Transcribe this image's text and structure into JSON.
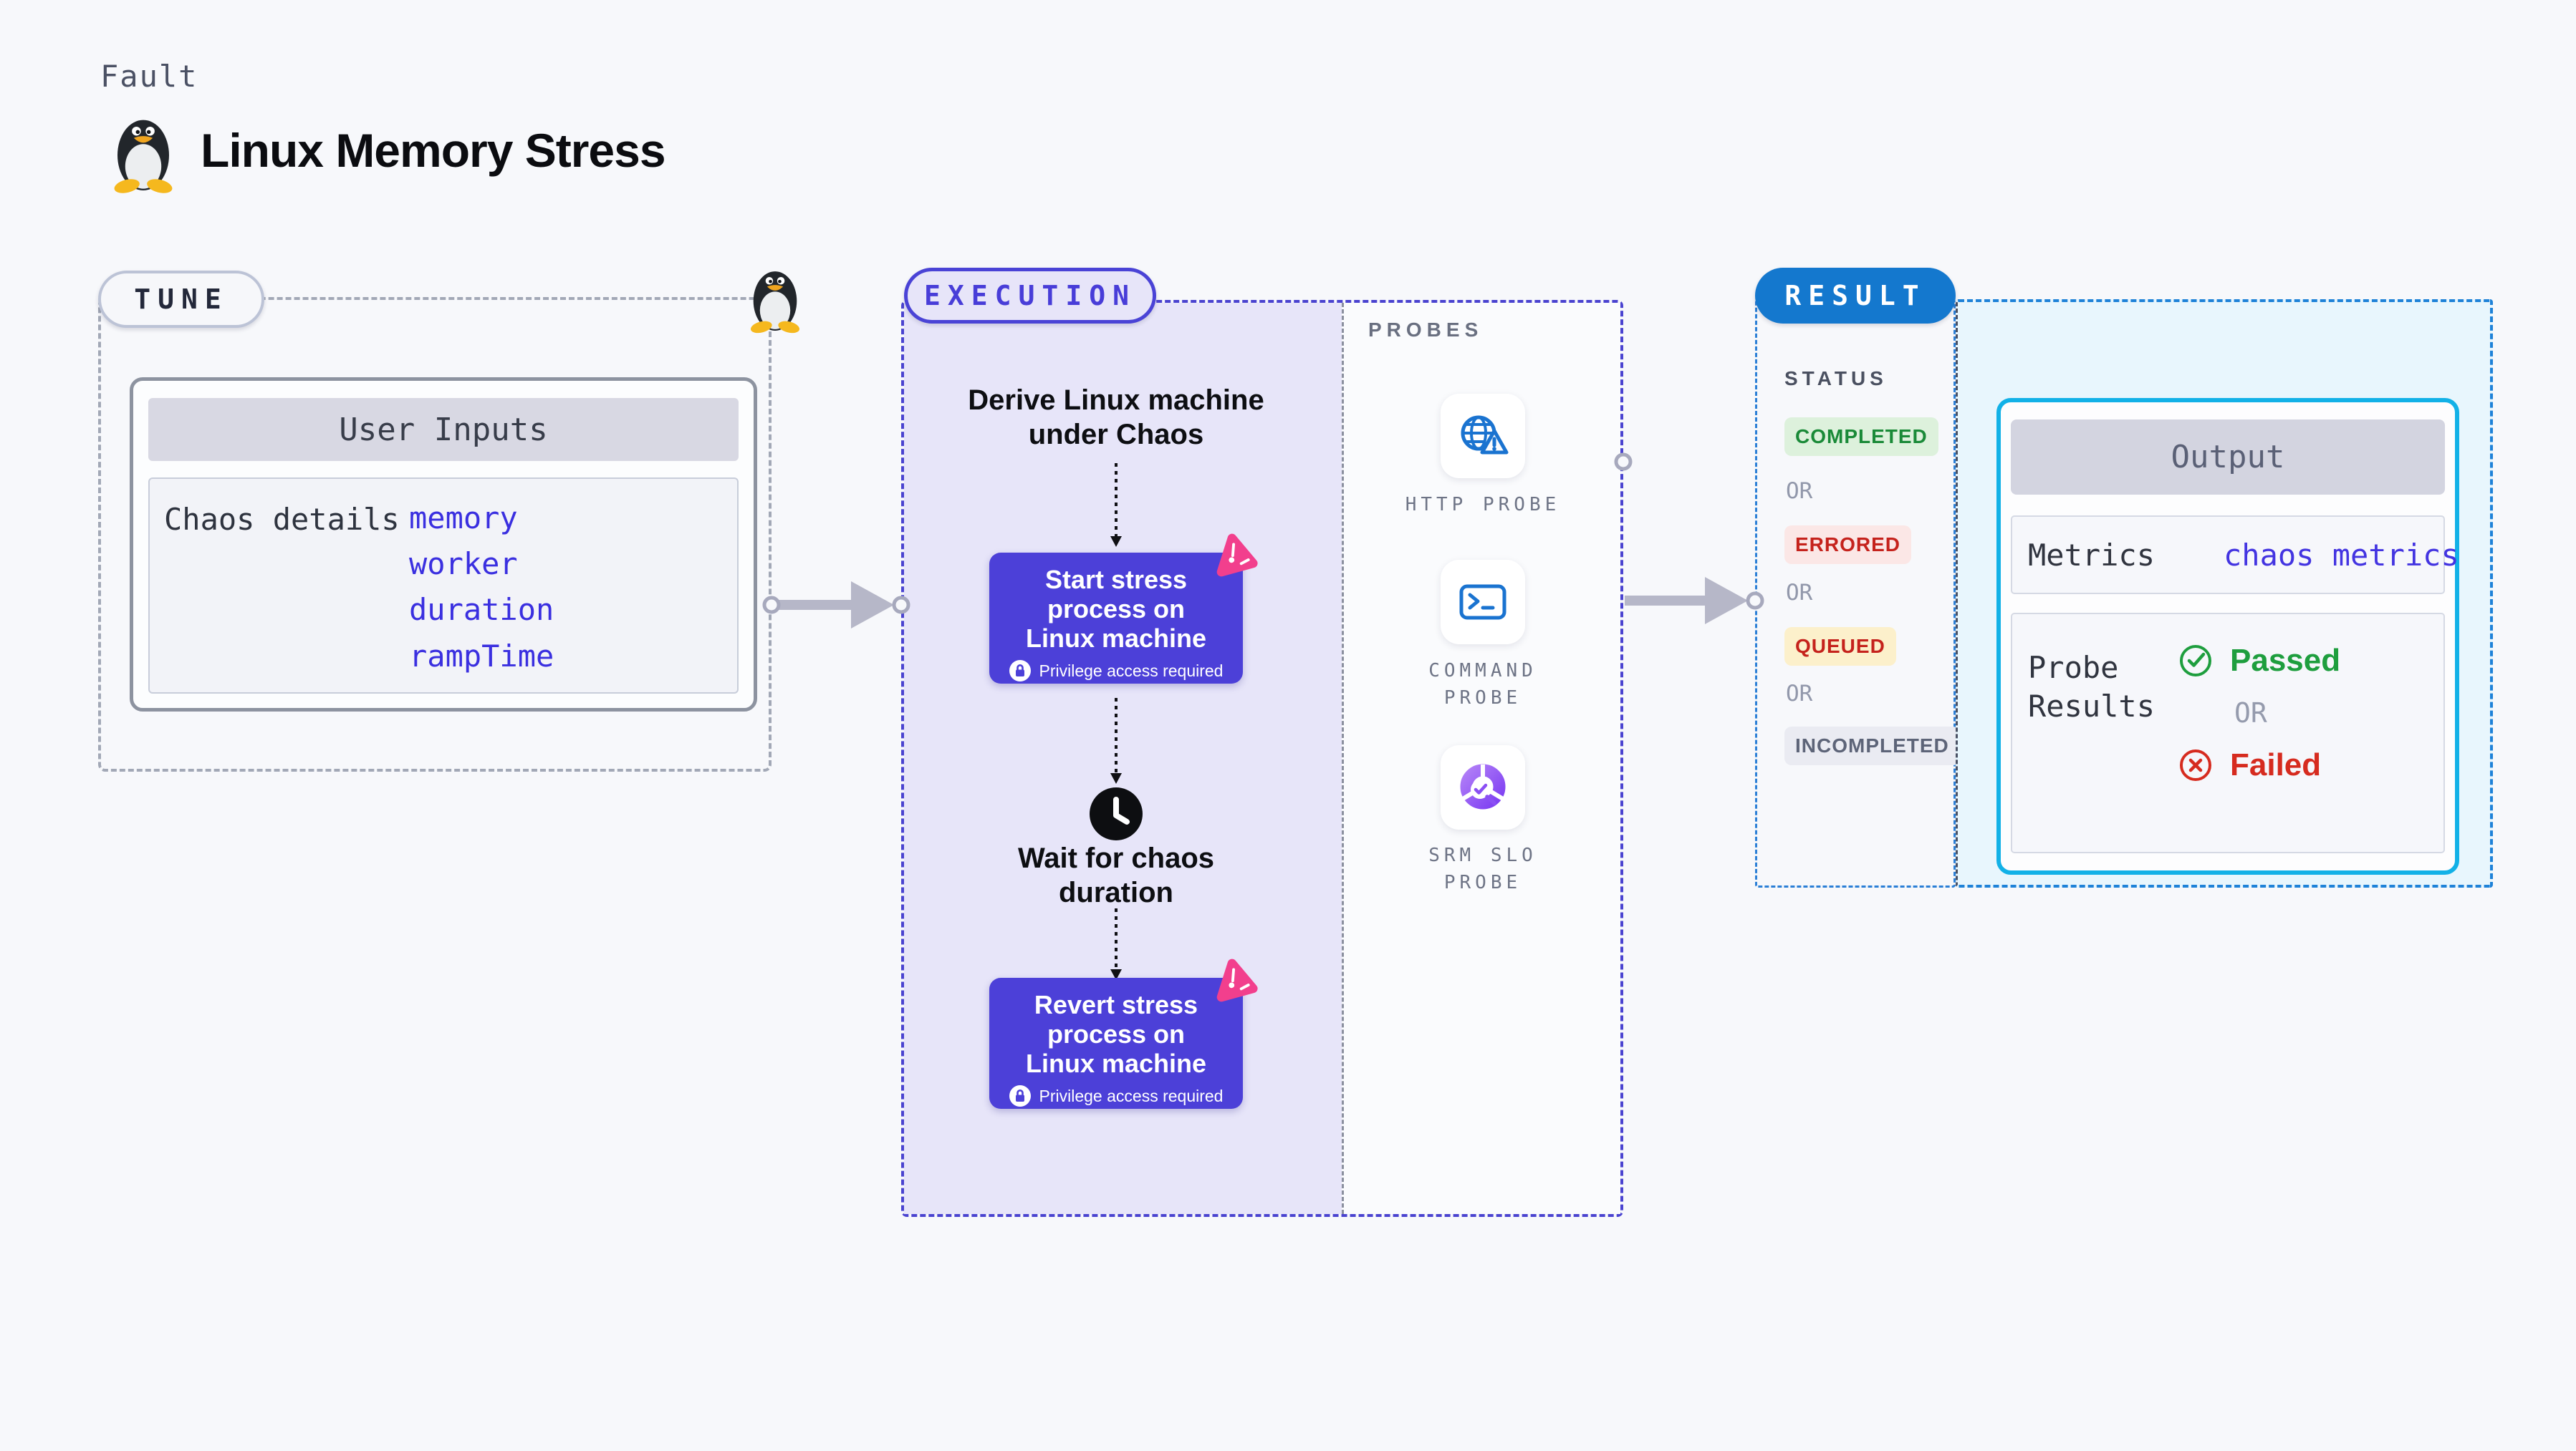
{
  "page": {
    "kicker": "Fault",
    "title": "Linux Memory Stress",
    "background": "#f7f8fb"
  },
  "tune": {
    "badge": "TUNE",
    "card": {
      "title": "User Inputs",
      "row_label": "Chaos details",
      "links": [
        "memory",
        "worker",
        "duration",
        "rampTime"
      ],
      "link_color": "#3a2fe0"
    }
  },
  "execution": {
    "badge": "EXECUTION",
    "accent": "#4a43d0",
    "panel_color": "#e7e5f9",
    "node_color": "#4c40d8",
    "derive_label": "Derive Linux machine under Chaos",
    "wait_label": "Wait for chaos duration",
    "nodes": [
      {
        "title": "Start stress process on Linux machine",
        "note": "Privilege access required"
      },
      {
        "title": "Revert stress process on Linux machine",
        "note": "Privilege access required"
      }
    ]
  },
  "probes": {
    "label": "PROBES",
    "items": [
      {
        "name": "HTTP PROBE",
        "icon": "globe-alert-icon"
      },
      {
        "name": "COMMAND PROBE",
        "icon": "terminal-icon"
      },
      {
        "name": "SRM SLO PROBE",
        "icon": "slo-pie-icon"
      }
    ],
    "icon_color": "#1a73d0"
  },
  "result": {
    "badge": "RESULT",
    "badge_color": "#1478ce",
    "status": {
      "label": "STATUS",
      "separator": "OR",
      "items": [
        {
          "label": "COMPLETED",
          "color": "#1a8a38",
          "background": "#ddf1dc"
        },
        {
          "label": "ERRORED",
          "color": "#c5221c",
          "background": "#fbe7e6"
        },
        {
          "label": "QUEUED",
          "color": "#c5221c",
          "background": "#fcf0cb"
        },
        {
          "label": "INCOMPLETED",
          "color": "#5d6478",
          "background": "#eaebf2"
        }
      ]
    },
    "output": {
      "title": "Output",
      "accent": "#12b1e7",
      "metrics_label": "Metrics",
      "metrics_link": "chaos metrics",
      "probe_results_label": "Probe Results",
      "separator": "OR",
      "passed_label": "Passed",
      "passed_color": "#1e9e3e",
      "failed_label": "Failed",
      "failed_color": "#d62b1f"
    }
  }
}
